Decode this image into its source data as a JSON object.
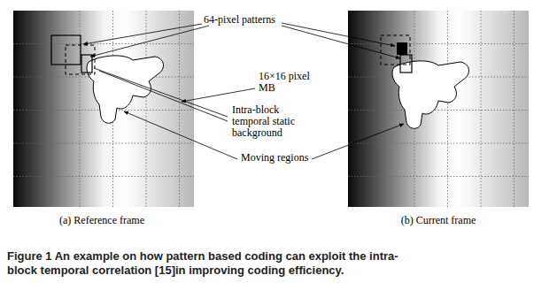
{
  "diagram": {
    "caption": "Figure 1 An example on how pattern based coding can exploit the intra-block temporal correlation [15]in improving coding efficiency.",
    "labels": [
      "64-pixel patterns",
      "16×16 pixel MB",
      "Intra-block temporal static background",
      "Moving regions",
      "(a) Reference frame",
      "(b) Current frame"
    ]
  }
}
